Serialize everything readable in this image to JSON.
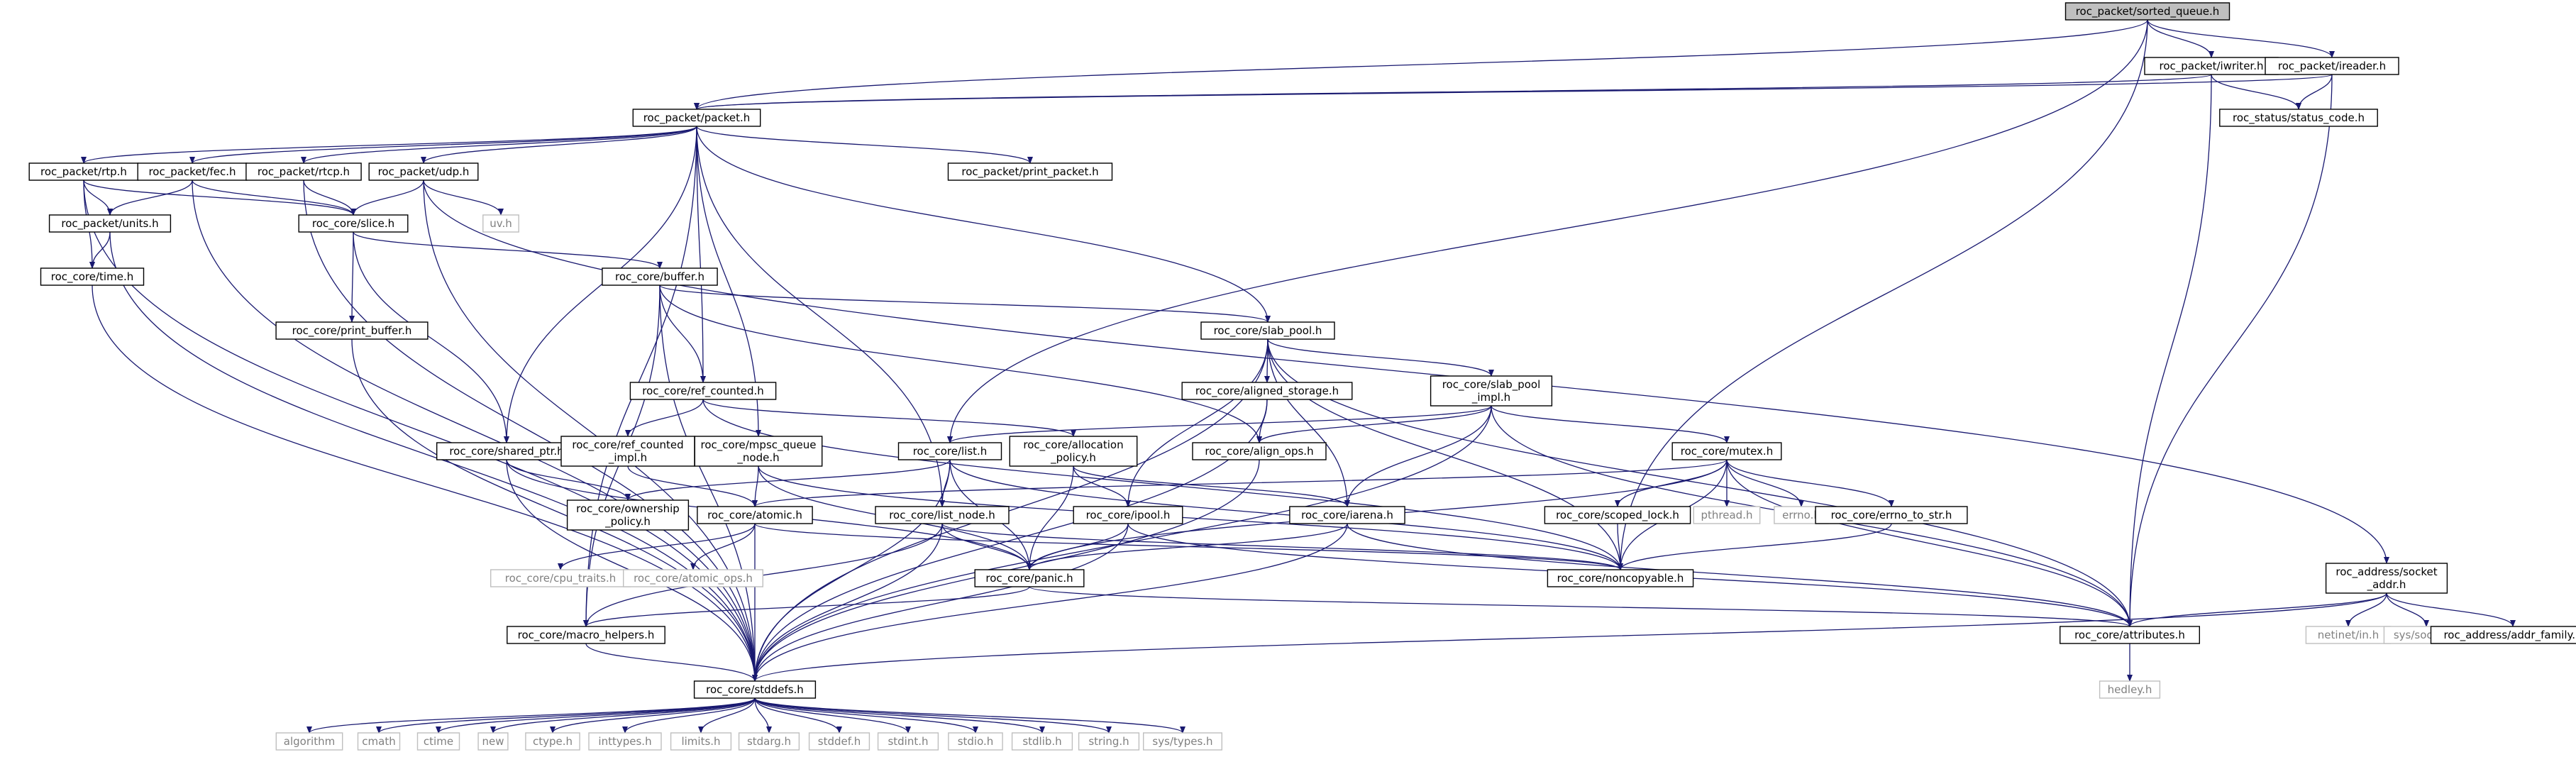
{
  "colors": {
    "edge": "#191970",
    "node_border": "#000000",
    "external_border": "#bfbfbf",
    "external_text": "#808080",
    "root_fill": "#bfbfbf",
    "text": "#000000"
  },
  "nodes": [
    {
      "id": "sorted_queue",
      "label": "roc_packet/sorted_queue.h",
      "kind": "root"
    },
    {
      "id": "iwriter",
      "label": "roc_packet/iwriter.h",
      "kind": "normal"
    },
    {
      "id": "ireader",
      "label": "roc_packet/ireader.h",
      "kind": "normal"
    },
    {
      "id": "packet",
      "label": "roc_packet/packet.h",
      "kind": "normal"
    },
    {
      "id": "status_code",
      "label": "roc_status/status_code.h",
      "kind": "normal"
    },
    {
      "id": "rtp",
      "label": "roc_packet/rtp.h",
      "kind": "normal"
    },
    {
      "id": "fec",
      "label": "roc_packet/fec.h",
      "kind": "normal"
    },
    {
      "id": "rtcp",
      "label": "roc_packet/rtcp.h",
      "kind": "normal"
    },
    {
      "id": "udp",
      "label": "roc_packet/udp.h",
      "kind": "normal"
    },
    {
      "id": "print_packet",
      "label": "roc_packet/print_packet.h",
      "kind": "normal"
    },
    {
      "id": "units",
      "label": "roc_packet/units.h",
      "kind": "normal"
    },
    {
      "id": "slice",
      "label": "roc_core/slice.h",
      "kind": "normal"
    },
    {
      "id": "uv",
      "label": "uv.h",
      "kind": "external"
    },
    {
      "id": "time",
      "label": "roc_core/time.h",
      "kind": "normal"
    },
    {
      "id": "buffer",
      "label": "roc_core/buffer.h",
      "kind": "normal"
    },
    {
      "id": "print_buffer",
      "label": "roc_core/print_buffer.h",
      "kind": "normal"
    },
    {
      "id": "slab_pool",
      "label": "roc_core/slab_pool.h",
      "kind": "normal"
    },
    {
      "id": "ref_counted",
      "label": "roc_core/ref_counted.h",
      "kind": "normal"
    },
    {
      "id": "aligned_storage",
      "label": "roc_core/aligned_storage.h",
      "kind": "normal"
    },
    {
      "id": "slab_pool_impl",
      "label": "roc_core/slab_pool\n_impl.h",
      "kind": "normal"
    },
    {
      "id": "shared_ptr",
      "label": "roc_core/shared_ptr.h",
      "kind": "normal"
    },
    {
      "id": "ref_counted_impl",
      "label": "roc_core/ref_counted\n_impl.h",
      "kind": "normal"
    },
    {
      "id": "mpsc_queue_node",
      "label": "roc_core/mpsc_queue\n_node.h",
      "kind": "normal"
    },
    {
      "id": "list",
      "label": "roc_core/list.h",
      "kind": "normal"
    },
    {
      "id": "allocation_policy",
      "label": "roc_core/allocation\n_policy.h",
      "kind": "normal"
    },
    {
      "id": "align_ops",
      "label": "roc_core/align_ops.h",
      "kind": "normal"
    },
    {
      "id": "mutex",
      "label": "roc_core/mutex.h",
      "kind": "normal"
    },
    {
      "id": "ownership_policy",
      "label": "roc_core/ownership\n_policy.h",
      "kind": "normal"
    },
    {
      "id": "atomic",
      "label": "roc_core/atomic.h",
      "kind": "normal"
    },
    {
      "id": "list_node",
      "label": "roc_core/list_node.h",
      "kind": "normal"
    },
    {
      "id": "ipool",
      "label": "roc_core/ipool.h",
      "kind": "normal"
    },
    {
      "id": "iarena",
      "label": "roc_core/iarena.h",
      "kind": "normal"
    },
    {
      "id": "scoped_lock",
      "label": "roc_core/scoped_lock.h",
      "kind": "normal"
    },
    {
      "id": "pthread",
      "label": "pthread.h",
      "kind": "external"
    },
    {
      "id": "errno",
      "label": "errno.h",
      "kind": "external"
    },
    {
      "id": "errno_to_str",
      "label": "roc_core/errno_to_str.h",
      "kind": "normal"
    },
    {
      "id": "cpu_traits",
      "label": "roc_core/cpu_traits.h",
      "kind": "external"
    },
    {
      "id": "atomic_ops",
      "label": "roc_core/atomic_ops.h",
      "kind": "external"
    },
    {
      "id": "panic",
      "label": "roc_core/panic.h",
      "kind": "normal"
    },
    {
      "id": "noncopyable",
      "label": "roc_core/noncopyable.h",
      "kind": "normal"
    },
    {
      "id": "socket_addr",
      "label": "roc_address/socket\n_addr.h",
      "kind": "normal"
    },
    {
      "id": "macro_helpers",
      "label": "roc_core/macro_helpers.h",
      "kind": "normal"
    },
    {
      "id": "attributes",
      "label": "roc_core/attributes.h",
      "kind": "normal"
    },
    {
      "id": "netinet_in",
      "label": "netinet/in.h",
      "kind": "external"
    },
    {
      "id": "sys_socket",
      "label": "sys/socket.h",
      "kind": "external"
    },
    {
      "id": "addr_family",
      "label": "roc_address/addr_family.h",
      "kind": "normal"
    },
    {
      "id": "hedley",
      "label": "hedley.h",
      "kind": "external"
    },
    {
      "id": "stddefs",
      "label": "roc_core/stddefs.h",
      "kind": "normal"
    },
    {
      "id": "algorithm",
      "label": "algorithm",
      "kind": "external"
    },
    {
      "id": "cmath",
      "label": "cmath",
      "kind": "external"
    },
    {
      "id": "ctime",
      "label": "ctime",
      "kind": "external"
    },
    {
      "id": "new",
      "label": "new",
      "kind": "external"
    },
    {
      "id": "ctype",
      "label": "ctype.h",
      "kind": "external"
    },
    {
      "id": "inttypes",
      "label": "inttypes.h",
      "kind": "external"
    },
    {
      "id": "limits",
      "label": "limits.h",
      "kind": "external"
    },
    {
      "id": "stdarg",
      "label": "stdarg.h",
      "kind": "external"
    },
    {
      "id": "stddef",
      "label": "stddef.h",
      "kind": "external"
    },
    {
      "id": "stdint",
      "label": "stdint.h",
      "kind": "external"
    },
    {
      "id": "stdio",
      "label": "stdio.h",
      "kind": "external"
    },
    {
      "id": "stdlib",
      "label": "stdlib.h",
      "kind": "external"
    },
    {
      "id": "string",
      "label": "string.h",
      "kind": "external"
    },
    {
      "id": "sys_types",
      "label": "sys/types.h",
      "kind": "external"
    }
  ],
  "edges": [
    [
      "sorted_queue",
      "iwriter"
    ],
    [
      "sorted_queue",
      "ireader"
    ],
    [
      "sorted_queue",
      "packet"
    ],
    [
      "sorted_queue",
      "list"
    ],
    [
      "sorted_queue",
      "noncopyable"
    ],
    [
      "iwriter",
      "packet"
    ],
    [
      "iwriter",
      "status_code"
    ],
    [
      "iwriter",
      "attributes"
    ],
    [
      "ireader",
      "packet"
    ],
    [
      "ireader",
      "status_code"
    ],
    [
      "ireader",
      "attributes"
    ],
    [
      "packet",
      "rtp"
    ],
    [
      "packet",
      "fec"
    ],
    [
      "packet",
      "rtcp"
    ],
    [
      "packet",
      "udp"
    ],
    [
      "packet",
      "print_packet"
    ],
    [
      "packet",
      "slab_pool"
    ],
    [
      "packet",
      "ref_counted"
    ],
    [
      "packet",
      "shared_ptr"
    ],
    [
      "packet",
      "mpsc_queue_node"
    ],
    [
      "packet",
      "list_node"
    ],
    [
      "packet",
      "macro_helpers"
    ],
    [
      "rtp",
      "units"
    ],
    [
      "rtp",
      "slice"
    ],
    [
      "rtp",
      "time"
    ],
    [
      "rtp",
      "stddefs"
    ],
    [
      "fec",
      "units"
    ],
    [
      "fec",
      "slice"
    ],
    [
      "fec",
      "stddefs"
    ],
    [
      "rtcp",
      "slice"
    ],
    [
      "rtcp",
      "stddefs"
    ],
    [
      "udp",
      "slice"
    ],
    [
      "udp",
      "uv"
    ],
    [
      "udp",
      "socket_addr"
    ],
    [
      "udp",
      "stddefs"
    ],
    [
      "units",
      "time"
    ],
    [
      "units",
      "stddefs"
    ],
    [
      "time",
      "stddefs"
    ],
    [
      "slice",
      "buffer"
    ],
    [
      "slice",
      "print_buffer"
    ],
    [
      "slice",
      "shared_ptr"
    ],
    [
      "buffer",
      "slab_pool"
    ],
    [
      "buffer",
      "ref_counted"
    ],
    [
      "buffer",
      "align_ops"
    ],
    [
      "buffer",
      "macro_helpers"
    ],
    [
      "buffer",
      "stddefs"
    ],
    [
      "print_buffer",
      "stddefs"
    ],
    [
      "slab_pool",
      "aligned_storage"
    ],
    [
      "slab_pool",
      "slab_pool_impl"
    ],
    [
      "slab_pool",
      "ipool"
    ],
    [
      "slab_pool",
      "iarena"
    ],
    [
      "slab_pool",
      "noncopyable"
    ],
    [
      "slab_pool",
      "attributes"
    ],
    [
      "slab_pool",
      "stddefs"
    ],
    [
      "ref_counted",
      "ref_counted_impl"
    ],
    [
      "ref_counted",
      "allocation_policy"
    ],
    [
      "ref_counted",
      "noncopyable"
    ],
    [
      "aligned_storage",
      "align_ops"
    ],
    [
      "aligned_storage",
      "stddefs"
    ],
    [
      "slab_pool_impl",
      "list"
    ],
    [
      "slab_pool_impl",
      "align_ops"
    ],
    [
      "slab_pool_impl",
      "mutex"
    ],
    [
      "slab_pool_impl",
      "iarena"
    ],
    [
      "slab_pool_impl",
      "attributes"
    ],
    [
      "slab_pool_impl",
      "stddefs"
    ],
    [
      "shared_ptr",
      "ownership_policy"
    ],
    [
      "shared_ptr",
      "panic"
    ],
    [
      "shared_ptr",
      "stddefs"
    ],
    [
      "ref_counted_impl",
      "atomic"
    ],
    [
      "mpsc_queue_node",
      "atomic"
    ],
    [
      "mpsc_queue_node",
      "panic"
    ],
    [
      "mpsc_queue_node",
      "noncopyable"
    ],
    [
      "list",
      "list_node"
    ],
    [
      "list",
      "ownership_policy"
    ],
    [
      "list",
      "panic"
    ],
    [
      "list",
      "noncopyable"
    ],
    [
      "list",
      "stddefs"
    ],
    [
      "allocation_policy",
      "ipool"
    ],
    [
      "allocation_policy",
      "iarena"
    ],
    [
      "allocation_policy",
      "panic"
    ],
    [
      "align_ops",
      "stddefs"
    ],
    [
      "mutex",
      "atomic"
    ],
    [
      "mutex",
      "scoped_lock"
    ],
    [
      "mutex",
      "pthread"
    ],
    [
      "mutex",
      "errno"
    ],
    [
      "mutex",
      "errno_to_str"
    ],
    [
      "mutex",
      "panic"
    ],
    [
      "mutex",
      "noncopyable"
    ],
    [
      "mutex",
      "attributes"
    ],
    [
      "atomic",
      "cpu_traits"
    ],
    [
      "atomic",
      "atomic_ops"
    ],
    [
      "atomic",
      "noncopyable"
    ],
    [
      "atomic",
      "stddefs"
    ],
    [
      "list_node",
      "panic"
    ],
    [
      "list_node",
      "macro_helpers"
    ],
    [
      "list_node",
      "noncopyable"
    ],
    [
      "list_node",
      "stddefs"
    ],
    [
      "ipool",
      "panic"
    ],
    [
      "ipool",
      "attributes"
    ],
    [
      "ipool",
      "stddefs"
    ],
    [
      "iarena",
      "panic"
    ],
    [
      "iarena",
      "attributes"
    ],
    [
      "iarena",
      "stddefs"
    ],
    [
      "scoped_lock",
      "noncopyable"
    ],
    [
      "errno_to_str",
      "noncopyable"
    ],
    [
      "panic",
      "macro_helpers"
    ],
    [
      "panic",
      "attributes"
    ],
    [
      "macro_helpers",
      "stddefs"
    ],
    [
      "socket_addr",
      "attributes"
    ],
    [
      "socket_addr",
      "netinet_in"
    ],
    [
      "socket_addr",
      "sys_socket"
    ],
    [
      "socket_addr",
      "addr_family"
    ],
    [
      "socket_addr",
      "stddefs"
    ],
    [
      "attributes",
      "hedley"
    ],
    [
      "stddefs",
      "algorithm"
    ],
    [
      "stddefs",
      "cmath"
    ],
    [
      "stddefs",
      "ctime"
    ],
    [
      "stddefs",
      "new"
    ],
    [
      "stddefs",
      "ctype"
    ],
    [
      "stddefs",
      "inttypes"
    ],
    [
      "stddefs",
      "limits"
    ],
    [
      "stddefs",
      "stdarg"
    ],
    [
      "stddefs",
      "stddef"
    ],
    [
      "stddefs",
      "stdint"
    ],
    [
      "stddefs",
      "stdio"
    ],
    [
      "stddefs",
      "stdlib"
    ],
    [
      "stddefs",
      "string"
    ],
    [
      "stddefs",
      "sys_types"
    ]
  ]
}
